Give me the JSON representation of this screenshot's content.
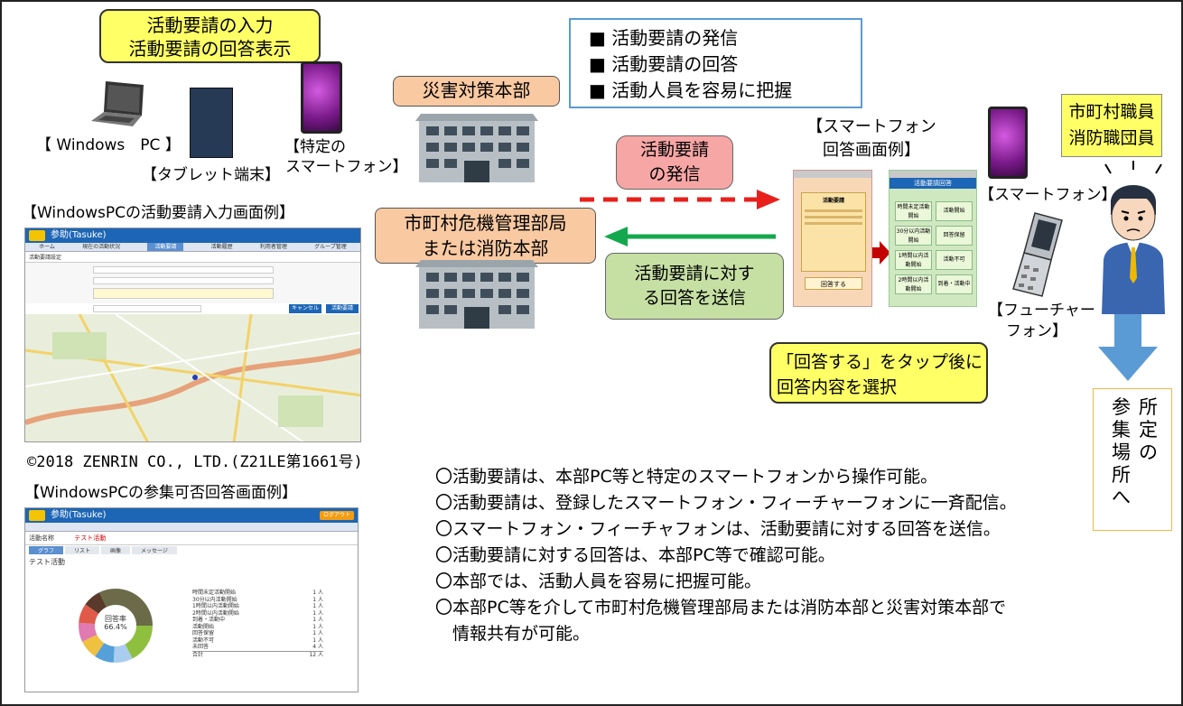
{
  "title_box": {
    "line1": "活動要請の入力",
    "line2": "活動要請の回答表示"
  },
  "devices": {
    "windows_pc": "【 Windows　PC 】",
    "tablet": "【タブレット端末】",
    "smartphone_line1": "【特定の",
    "smartphone_line2": "スマートフォン】"
  },
  "pc_input_caption": "【WindowsPCの活動要請入力画面例】",
  "pc_input_screen": {
    "app_name": "参助(Tasuke)",
    "nav": [
      "ホーム",
      "現在の活動状況",
      "活動要請",
      "活動履歴",
      "利用者管理",
      "グループ管理"
    ],
    "section": "活動要請設定",
    "cancel": "キャンセル",
    "send": "活動要請"
  },
  "copyright": "©2018 ZENRIN CO., LTD.(Z21LE第1661号)",
  "pc_reply_caption": "【WindowsPCの参集可否回答画面例】",
  "pc_reply_screen": {
    "app_name": "参助(Tasuke)",
    "logout": "ログアウト",
    "activity_label": "活動名称",
    "activity_value": "テスト活動",
    "tabs": [
      "グラフ",
      "リスト",
      "画像",
      "メッセージ"
    ],
    "heading": "テスト活動",
    "donut_label": "回答率",
    "donut_value": "66.4%",
    "legend_rows": [
      "時間未定活動開始",
      "30分以内活動開始",
      "1時間以内活動開始",
      "2時間以内活動開始",
      "到着・活動中",
      "活動開始",
      "回答保留",
      "活動不可",
      "未回答",
      "合計"
    ],
    "legend_counts": [
      "1 人",
      "1 人",
      "1 人",
      "1 人",
      "1 人",
      "1 人",
      "1 人",
      "1 人",
      "4 人",
      "12 人"
    ]
  },
  "hq_label": "災害対策本部",
  "muni_label": {
    "line1": "市町村危機管理部局",
    "line2": "または消防本部"
  },
  "features": [
    "■ 活動要請の発信",
    "■ 活動要請の回答",
    "■ 活動人員を容易に把握"
  ],
  "send_box": {
    "line1": "活動要請",
    "line2": "の発信"
  },
  "reply_box": {
    "line1": "活動要請に対す",
    "line2": "る回答を送信"
  },
  "sp_example_caption": {
    "line1": "【スマートフォン",
    "line2": "回答画面例】"
  },
  "sp_screen1": {
    "title": "活動要請",
    "button": "回答する"
  },
  "sp_screen2": {
    "title": "活動要請回答",
    "buttons": [
      "時間未定活動開始",
      "活動開始",
      "30分以内活動開始",
      "回答保留",
      "1時間以内活動開始",
      "活動不可",
      "2時間以内活動開始",
      "到着・活動中"
    ]
  },
  "tap_box": {
    "line1": "「回答する」をタップ後に",
    "line2": "回答内容を選択"
  },
  "staff_box": {
    "line1": "市町村職員",
    "line2": "消防職団員"
  },
  "sp_label": "【スマートフォン】",
  "fp_label": {
    "line1": "【フューチャー",
    "line2": "フォン】"
  },
  "assembly": {
    "col1": "参集場所へ",
    "col2": "所定の"
  },
  "notes": [
    "〇活動要請は、本部PC等と特定のスマートフォンから操作可能。",
    "〇活動要請は、登録したスマートフォン・フィーチャーフォンに一斉配信。",
    "〇スマートフォン・フィーチャフォンは、活動要請に対する回答を送信。",
    "〇活動要請に対する回答は、本部PC等で確認可能。",
    "〇本部では、活動人員を容易に把握可能。",
    "〇本部PC等を介して市町村危機管理部局または消防本部と災害対策本部で",
    "　情報共有が可能。"
  ],
  "colors": {
    "blue_header": "#1d66b5",
    "arrow_red": "#e8201c",
    "arrow_green": "#14a84e",
    "arrow_blue": "#5b9bd5"
  }
}
